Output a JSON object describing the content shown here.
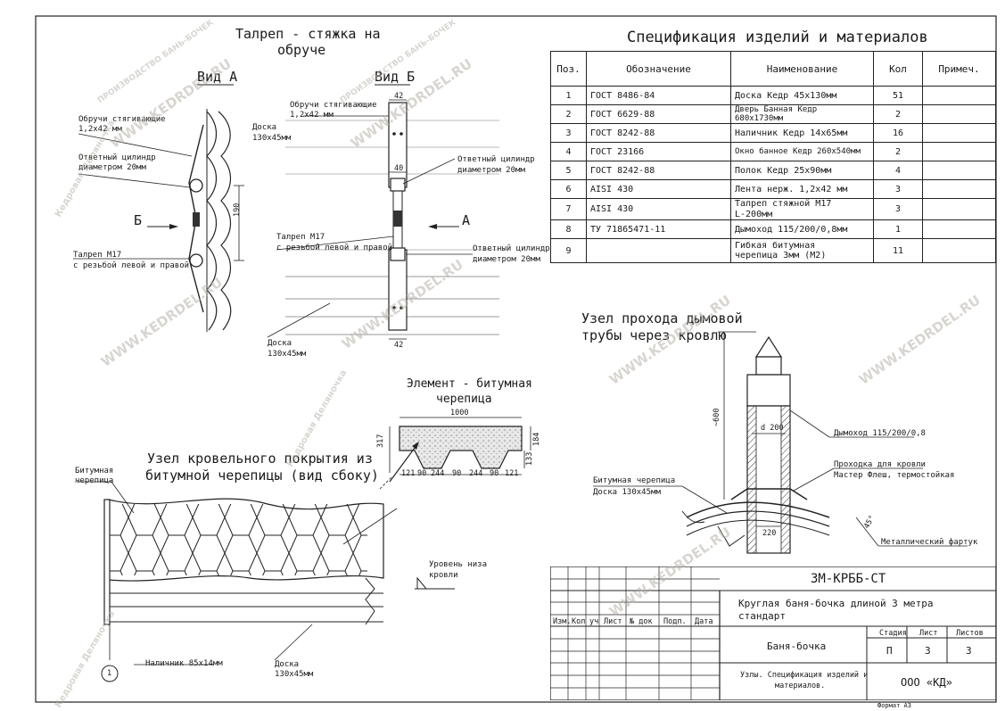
{
  "sheet": {
    "title_talrep": "Талреп - стяжка на",
    "title_talrep2": "обруче",
    "vid_a": "Вид А",
    "vid_b": "Вид Б",
    "arrow_b": "Б",
    "arrow_a": "А",
    "labels_left": {
      "obruchi": "Обручи стягивающие",
      "obruchi_size": "1,2x42 мм",
      "cyl": "Ответный цилиндр",
      "cyl_d": "диаметром 20мм",
      "talrep": "Талреп М17",
      "talrep2": "с резьбой левой и правой",
      "dim190": "190"
    },
    "labels_mid": {
      "doska": "Доска",
      "doska_size": "130x45мм",
      "obruchi": "Обручи стягивающие",
      "obruchi_size": "1,2x42 мм",
      "cyl": "Ответный цилиндр",
      "cyl_d": "диаметром 20мм",
      "talrep": "Талреп М17",
      "talrep2": "с резьбой левой и правой",
      "cyl2": "Ответный цилиндр",
      "cyl2_d": "диаметром 20мм",
      "doska2": "Доска",
      "doska2_size": "130x45мм",
      "dim42_top": "42",
      "dim40": "40",
      "dim42_bot": "42"
    },
    "element": {
      "title": "Элемент - битумная",
      "title2": "черепица",
      "w1000": "1000",
      "h317": "317",
      "h184": "184",
      "h133": "133",
      "dims": [
        "121",
        "90",
        "244",
        "90",
        "244",
        "90",
        "121"
      ]
    },
    "roof_node": {
      "title": "Узел кровельного покрытия из",
      "title2": "битумной черепицы (вид сбоку)",
      "label_cherep": "Битумная",
      "label_cherep2": "черепица",
      "level": "Уровень низа",
      "level2": "кровли",
      "nalichnik": "Наличник 85х14мм",
      "doska": "Доска",
      "doska_size": "130х45мм",
      "marker": "1"
    },
    "chimney": {
      "title": "Узел прохода дымовой",
      "title2": "трубы через кровлю",
      "dim600": "~600",
      "d200": "d 200",
      "dymohod": "Дымоход 115/200/0,8",
      "prohodka": "Проходка для кровли",
      "prohodka2": "Мастер Флеш, термостойкая",
      "cherep": "Битумная черепица",
      "doska": "Доска 130х45мм",
      "d220": "220",
      "angle": "45°",
      "fartuk": "Металлический фартук"
    }
  },
  "spec": {
    "title": "Спецификация изделий и материалов",
    "headers": [
      "Поз.",
      "Обозначение",
      "Наименование",
      "Кол",
      "Примеч."
    ],
    "rows": [
      {
        "pos": "1",
        "code": "ГОСТ 8486-84",
        "name": "Доска Кедр 45х130мм",
        "qty": "51"
      },
      {
        "pos": "2",
        "code": "ГОСТ 6629-88",
        "name": "Дверь Банная Кедр 680х1730мм",
        "qty": "2"
      },
      {
        "pos": "3",
        "code": "ГОСТ 8242-88",
        "name": "Наличник Кедр 14х65мм",
        "qty": "16"
      },
      {
        "pos": "4",
        "code": "ГОСТ 23166",
        "name": "Окно банное Кедр 260х540мм",
        "qty": "2"
      },
      {
        "pos": "5",
        "code": "ГОСТ 8242-88",
        "name": "Полок Кедр 25х90мм",
        "qty": "4"
      },
      {
        "pos": "6",
        "code": "AISI 430",
        "name": "Лента нерж. 1,2х42 мм",
        "qty": "3"
      },
      {
        "pos": "7",
        "code": "AISI 430",
        "name": "Талреп стяжной М17",
        "name2": "L-200мм",
        "qty": "3"
      },
      {
        "pos": "8",
        "code": "ТУ 71865471-11",
        "name": "Дымоход 115/200/0,8мм",
        "qty": "1"
      },
      {
        "pos": "9",
        "code": "",
        "name": "Гибкая битумная",
        "name2": "черепица 3мм (М2)",
        "qty": "11"
      }
    ]
  },
  "stamp": {
    "code": "3М-КРББ-СТ",
    "desc": "Круглая баня-бочка длиной 3 метра",
    "desc2": "стандарт",
    "cols": [
      "Изм.",
      "Кол",
      "уч",
      "Лист",
      "№ док",
      "Подп.",
      "Дата"
    ],
    "name": "Баня-бочка",
    "stadia_h": "Стадия",
    "list_h": "Лист",
    "listov_h": "Листов",
    "stadia": "П",
    "list": "3",
    "listov": "3",
    "subtitle": "Узлы. Спецификация изделий и",
    "subtitle2": "материалов.",
    "company": "ООО «КД»",
    "format": "Формат А3"
  },
  "watermark": {
    "url": "WWW.KEDRDEL.RU",
    "slogan": "ПРОИЗВОДСТВО БАНЬ-БОЧЕК",
    "brand": "Кедровая Деляночка"
  }
}
